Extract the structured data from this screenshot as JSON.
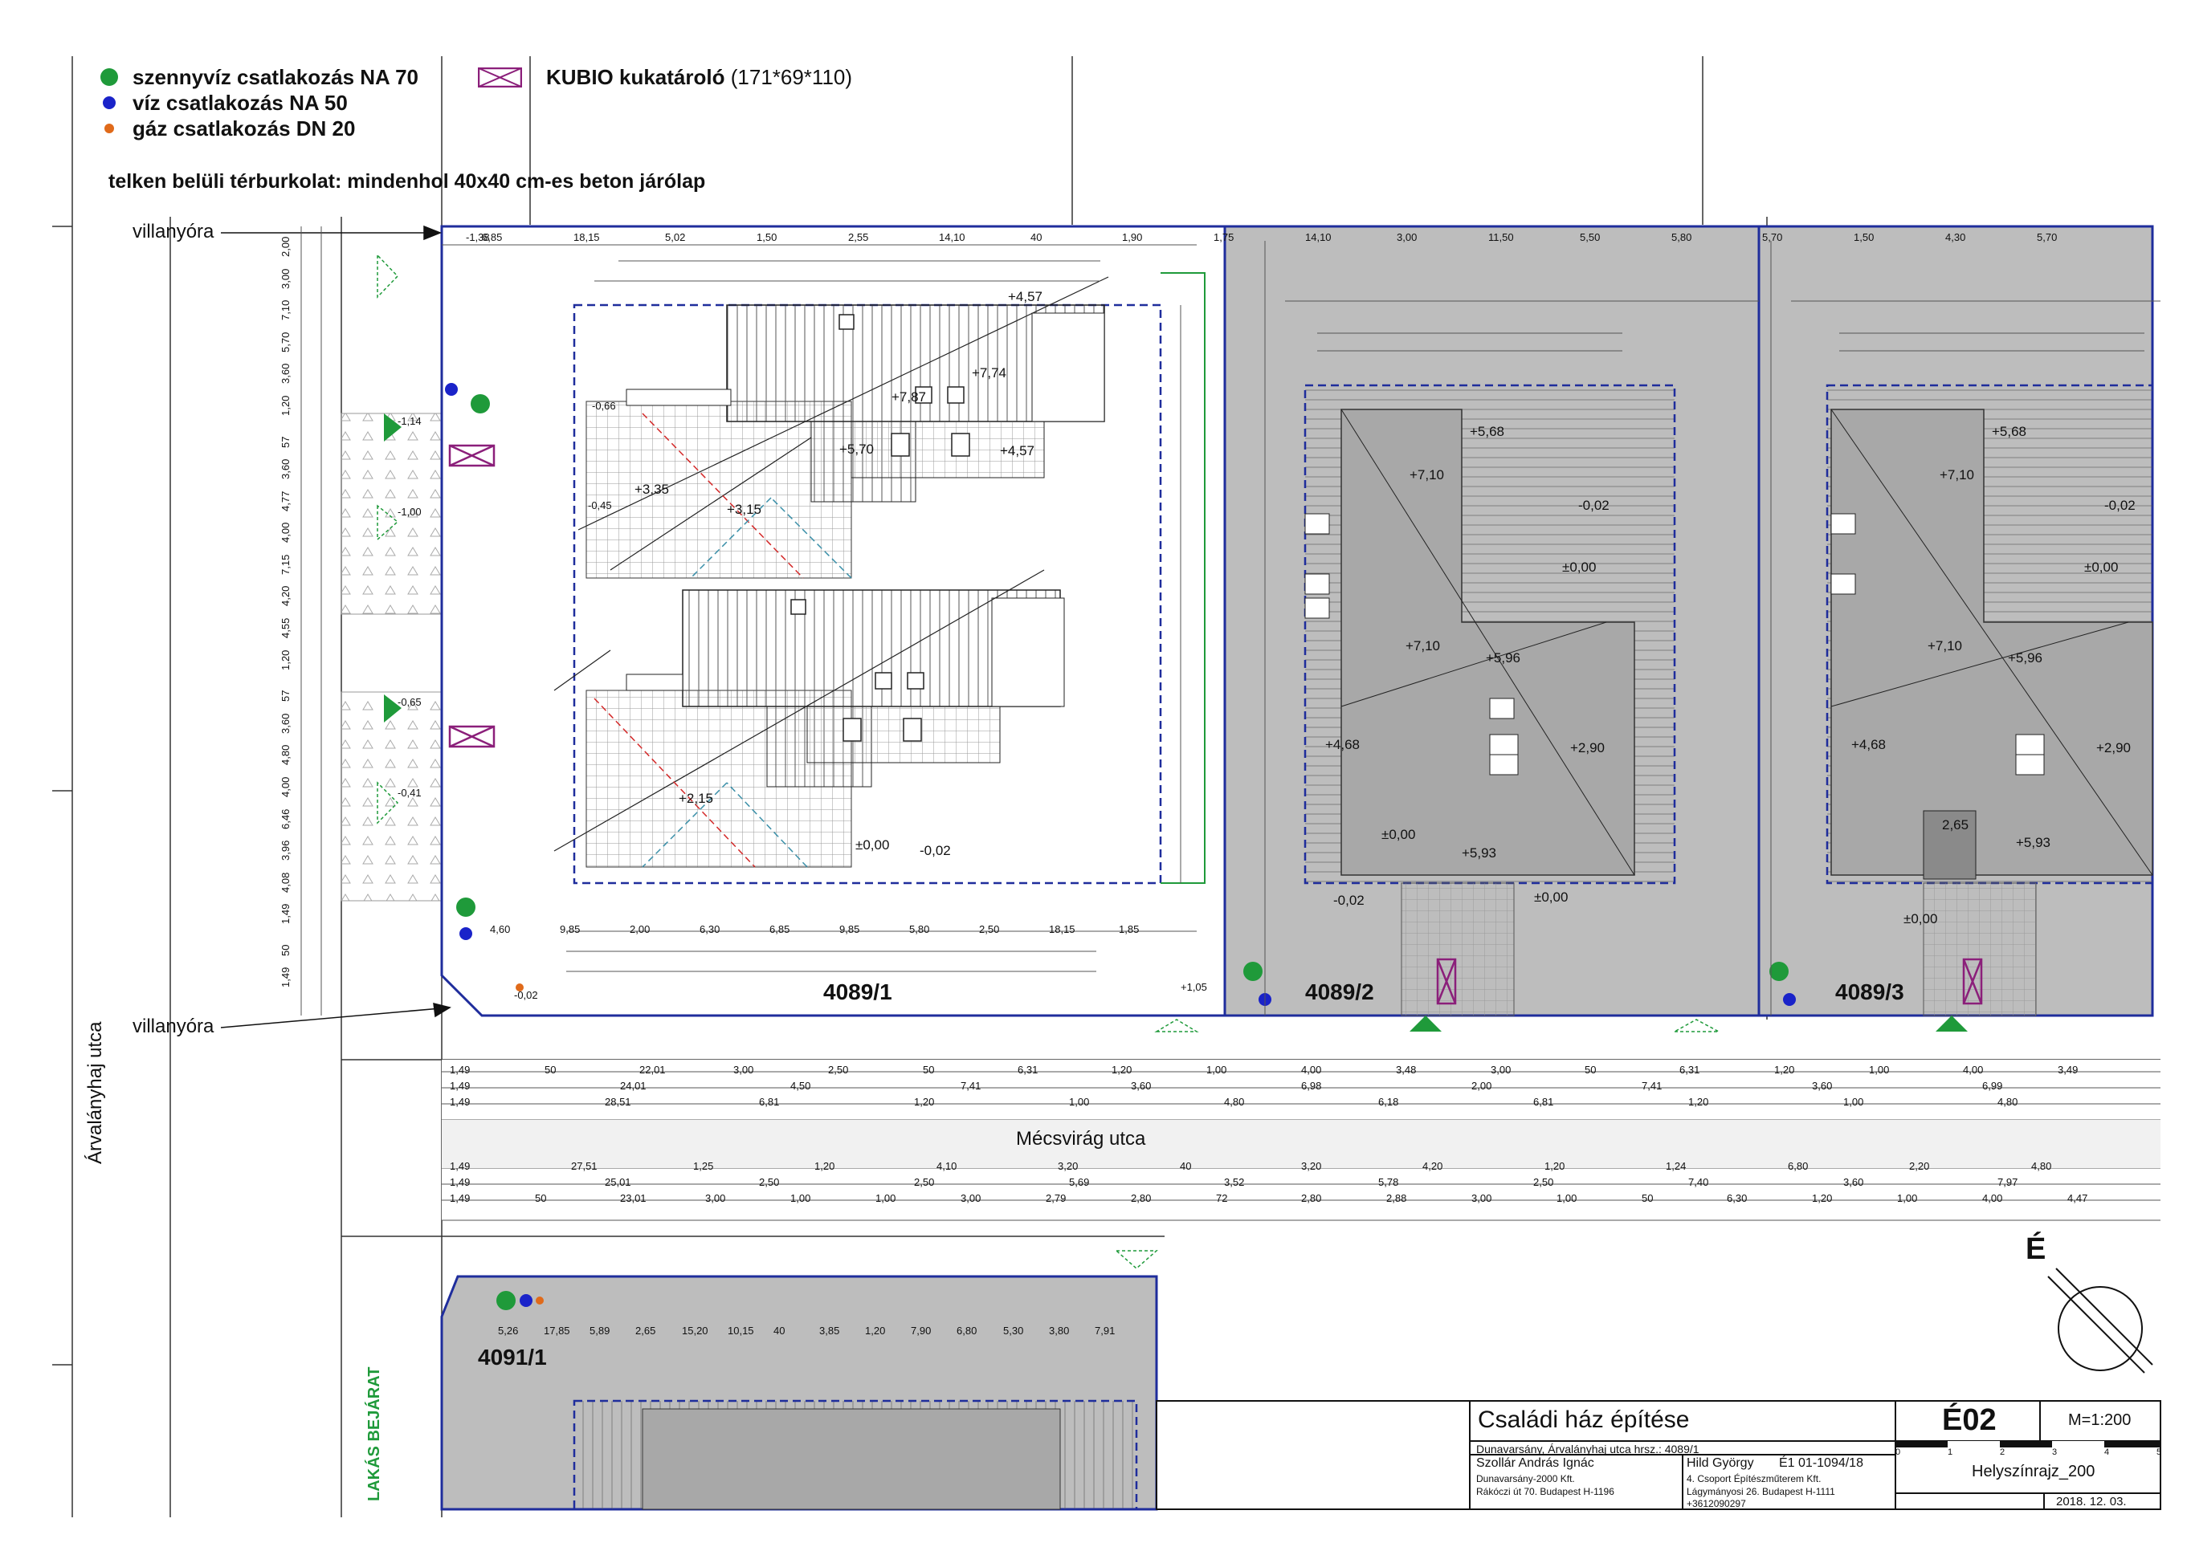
{
  "legend": {
    "sewer": {
      "label": "szennyvíz csatlakozás NA 70",
      "color": "#1f9a3a"
    },
    "water": {
      "label": "víz csatlakozás NA 50",
      "color": "#1a23c9"
    },
    "gas": {
      "label": "gáz csatlakozás DN 20",
      "color": "#e06a1a"
    },
    "bin": {
      "label": "KUBIO kukatároló",
      "dims": "(171*69*110)",
      "color": "#8b1f7a"
    }
  },
  "paving_note": "telken belüli térburkolat: mindenhol 40x40 cm-es beton járólap",
  "meter_top": "villanyóra",
  "meter_bottom": "villanyóra",
  "lots": {
    "lot1": "4089/1",
    "lot2": "4089/2",
    "lot3": "4089/3",
    "lot4": "4091/1"
  },
  "streets": {
    "main": "Mécsvirág utca",
    "side": "Árvalányhaj utca"
  },
  "entrance": "LAKÁS BEJÁRAT",
  "north": "É",
  "levels": [
    "+4,57",
    "+7,74",
    "+5,70",
    "+3,35",
    "+3,15",
    "+7,87",
    "+4,57",
    "+2,15",
    "±0,00",
    "-0,02",
    "+5,68",
    "+7,10",
    "-0,02",
    "±0,00",
    "+7,10",
    "+5,96",
    "+4,68",
    "+2,90",
    "±0,00",
    "+5,93",
    "-0,02",
    "±0,00",
    "+5,68",
    "+7,10",
    "-0,02",
    "±0,00",
    "+7,10",
    "+5,96",
    "+4,68",
    "+2,90",
    "+5,93",
    "2,65",
    "±0,00",
    "-1,14",
    "-1,00",
    "-0,65",
    "-0,41",
    "-1,38",
    "-0,66",
    "-0,45",
    "+1,05",
    "-0,02"
  ],
  "dims_top": [
    "6,85",
    "18,15",
    "5,02",
    "1,50",
    "2,55",
    "14,10",
    "40",
    "1,90",
    "1,75",
    "14,10",
    "3,00",
    "11,50",
    "5,50",
    "5,80",
    "5,70",
    "1,50",
    "4,30",
    "5,70"
  ],
  "dims_bottom": [
    "4,60",
    "9,85",
    "2,00",
    "6,30",
    "6,85",
    "9,85",
    "5,80",
    "2,50",
    "18,15",
    "1,85"
  ],
  "dims_street_rows": [
    [
      "1,49",
      "50",
      "22,01",
      "3,00",
      "2,50",
      "50",
      "6,31",
      "1,20",
      "1,00",
      "4,00",
      "3,48",
      "3,00",
      "50",
      "6,31",
      "1,20",
      "1,00",
      "4,00",
      "3,49"
    ],
    [
      "1,49",
      "24,01",
      "4,50",
      "7,41",
      "3,60",
      "6,98",
      "2,00",
      "7,41",
      "3,60",
      "6,99"
    ],
    [
      "1,49",
      "28,51",
      "6,81",
      "1,20",
      "1,00",
      "4,80",
      "6,18",
      "6,81",
      "1,20",
      "1,00",
      "4,80"
    ],
    [
      "1,49",
      "27,51",
      "1,25",
      "1,20",
      "4,10",
      "3,20",
      "40",
      "3,20",
      "4,20",
      "1,20",
      "1,24",
      "6,80",
      "2,20",
      "4,80"
    ],
    [
      "1,49",
      "25,01",
      "2,50",
      "2,50",
      "5,69",
      "3,52",
      "5,78",
      "2,50",
      "7,40",
      "3,60",
      "7,97"
    ],
    [
      "1,49",
      "50",
      "23,01",
      "3,00",
      "1,00",
      "1,00",
      "3,00",
      "2,79",
      "2,80",
      "72",
      "2,80",
      "2,88",
      "3,00",
      "1,00",
      "50",
      "6,30",
      "1,20",
      "1,00",
      "4,00",
      "4,47"
    ]
  ],
  "dims_left": [
    "2,00",
    "3,00",
    "7,10",
    "5,70",
    "3,60",
    "1,20",
    "57",
    "3,60",
    "4,77",
    "4,00",
    "7,15",
    "4,20",
    "4,55",
    "1,20",
    "57",
    "3,60",
    "4,80",
    "4,00",
    "6,46",
    "3,96",
    "4,08",
    "1,49",
    "50",
    "1,49"
  ],
  "lower_dims": [
    "5,26",
    "17,85",
    "5,89",
    "2,65",
    "15,20",
    "10,15",
    "40",
    "3,85",
    "1,20",
    "7,90",
    "6,80",
    "5,30",
    "3,80",
    "7,91"
  ],
  "title_block": {
    "project": "Családi ház építése",
    "location": "Dunavarsány, Árvalányhaj utca  hrsz.: 4089/1",
    "client_name": "Szollár András Ignác",
    "client_company": "Dunavarsány-2000 Kft.",
    "client_address": "Rákóczi út 70. Budapest H-1196",
    "designer_name": "Hild György",
    "designer_reg": "É1 01-1094/18",
    "designer_company": "4. Csoport Építészműterem Kft.",
    "designer_address": "Lágymányosi 26. Budapest H-1111",
    "designer_phone": "+3612090297",
    "sheet": "É02",
    "scale": "M=1:200",
    "scale_ticks": [
      "0",
      "1",
      "2",
      "3",
      "4",
      "5"
    ],
    "drawing": "Helyszínrajz_200",
    "date": "2018. 12. 03."
  },
  "colors": {
    "boundary": "#1f2d9c",
    "building": "#bdbdbd",
    "grid": "#777777"
  }
}
